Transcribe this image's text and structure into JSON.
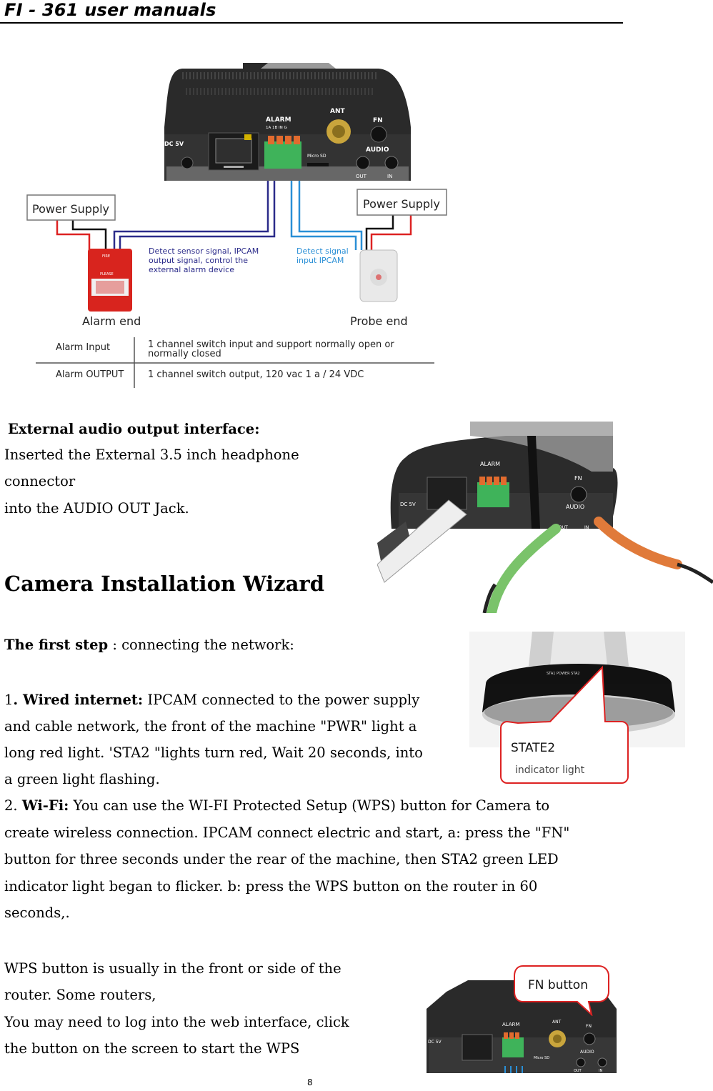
{
  "header": {
    "title": "FI - 361 user manuals"
  },
  "diagram": {
    "port_labels": {
      "dc": "DC 5V",
      "alarm": "ALARM",
      "alarm_sub": "1A 1B IN G",
      "ant": "ANT",
      "fn": "FN",
      "audio": "AUDIO",
      "microsd": "Micro SD",
      "out": "OUT",
      "in": "IN"
    },
    "power_supply_left": "Power Supply",
    "power_supply_right": "Power Supply",
    "alarm_device_text": "FIRE",
    "alarm_device_text2": "PLEASE",
    "detect_sensor_line1": "Detect sensor signal, IPCAM",
    "detect_sensor_line2": "output signal, control the",
    "detect_sensor_line3": "external alarm device",
    "detect_signal_line1": "Detect signal",
    "detect_signal_line2": "input IPCAM",
    "alarm_end": "Alarm end",
    "probe_end": "Probe end",
    "table": [
      {
        "label": "Alarm Input",
        "desc_line1": "1 channel switch input and support normally open or",
        "desc_line2": "normally closed"
      },
      {
        "label": "Alarm OUTPUT",
        "desc_line1": "1 channel switch output, 120 vac 1 a / 24 VDC",
        "desc_line2": ""
      }
    ]
  },
  "audio_section": {
    "heading": "External audio output interface:",
    "line1": "Inserted the External 3.5 inch headphone",
    "line2": "connector",
    "line3": "into the AUDIO OUT Jack."
  },
  "wizard": {
    "title": "Camera Installation Wizard",
    "first_step_bold": "The first step",
    "first_step_rest": " : connecting the network:",
    "wired_num": "1",
    "wired_bold": ". Wired internet:",
    "wired_line1_rest": " IPCAM connected to the power supply",
    "wired_line2": "and cable network, the front of the machine \"PWR\" light a",
    "wired_line3": "long red light. 'STA2 \"lights turn red, Wait 20 seconds, into",
    "wired_line4": "a green light flashing.",
    "wifi_num": "2. ",
    "wifi_bold": "Wi-Fi:",
    "wifi_line1_rest": " You can use the WI-FI Protected Setup (WPS) button for Camera to",
    "wifi_line2": "create wireless connection. IPCAM connect electric and start, a: press the \"FN\"",
    "wifi_line3": "button for three seconds under the rear of the machine, then STA2 green LED",
    "wifi_line4": "indicator light began to flicker. b: press the WPS button on the router in 60",
    "wifi_line5": "seconds,.",
    "wps_line1": "WPS button is usually in the front or side of the",
    "wps_line2": "router. Some routers,",
    "wps_line3": "You may need to log into the web interface, click",
    "wps_line4": "the button on the screen to start the WPS"
  },
  "callouts": {
    "state2_title": "STATE2",
    "state2_sub": "indicator light",
    "fn_button": "FN button",
    "front_labels": "STA1   POWER   STA2"
  },
  "footer": {
    "page_number": "8"
  }
}
